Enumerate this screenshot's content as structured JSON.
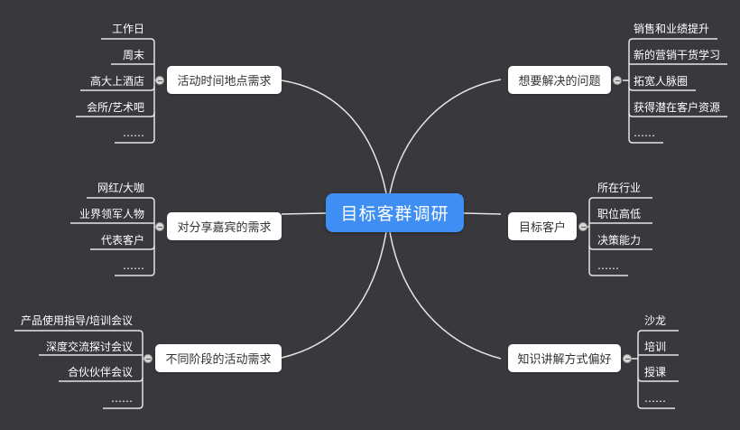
{
  "root": {
    "label": "目标客群调研",
    "color": "#3f8ef3"
  },
  "branches": {
    "top_left": {
      "label": "活动时间地点需求",
      "children": [
        "工作日",
        "周末",
        "高大上酒店",
        "会所/艺术吧",
        "……"
      ]
    },
    "mid_left": {
      "label": "对分享嘉宾的需求",
      "children": [
        "网红/大咖",
        "业界领军人物",
        "代表客户",
        "……"
      ]
    },
    "bottom_left": {
      "label": "不同阶段的活动需求",
      "children": [
        "产品使用指导/培训会议",
        "深度交流探讨会议",
        "合伙伙伴会议",
        "……"
      ]
    },
    "top_right": {
      "label": "想要解决的问题",
      "children": [
        "销售和业绩提升",
        "新的营销干货学习",
        "拓宽人脉圈",
        "获得潜在客户资源",
        "……"
      ]
    },
    "mid_right": {
      "label": "目标客户",
      "children": [
        "所在行业",
        "职位高低",
        "决策能力",
        "……"
      ]
    },
    "bottom_right": {
      "label": "知识讲解方式偏好",
      "children": [
        "沙龙",
        "培训",
        "授课",
        "……"
      ]
    }
  },
  "colors": {
    "background": "#38383d",
    "line": "#e6e6e6",
    "topic_bg": "#ffffff"
  }
}
